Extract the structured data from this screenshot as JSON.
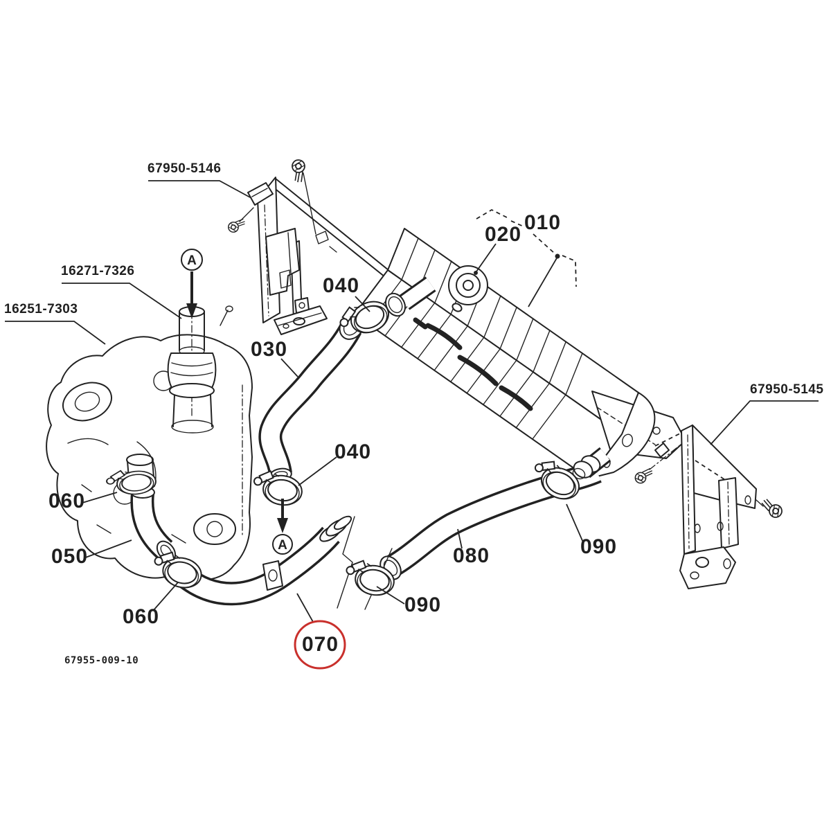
{
  "document": {
    "type": "exploded-parts-diagram",
    "drawing_number": "67955-009-10"
  },
  "part_numbers": {
    "upper_bracket": "67950-5146",
    "filler_neck": "16271-7326",
    "engine_water_pump": "16251-7303",
    "lower_bracket": "67950-5145"
  },
  "ref_numbers": {
    "radiator": "010",
    "radiator_cap": "020",
    "upper_hose": "030",
    "hose_clamp_040": "040",
    "elbow_hose": "050",
    "hose_clamp_060": "060",
    "lower_hose": "070",
    "right_hose": "080",
    "hose_clamp_090": "090"
  },
  "detail_marker": "A",
  "highlight": {
    "circled_ref": "070",
    "color": "#c9302c"
  }
}
